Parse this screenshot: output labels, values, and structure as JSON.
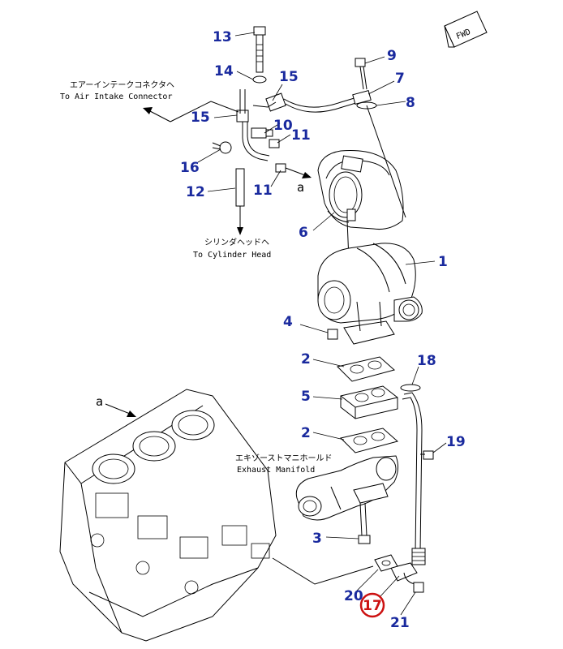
{
  "fwd_label": "FWD",
  "annotations": {
    "air_intake_jp": "エアーインテークコネクタヘ",
    "air_intake_en": "To Air Intake Connector",
    "cylinder_head_jp": "シリンダヘッドヘ",
    "cylinder_head_en": "To Cylinder Head",
    "exhaust_manifold_jp": "エキゾーストマニホールド",
    "exhaust_manifold_en": "Exhaust Manifold",
    "ref_a_upper": "a",
    "ref_a_lower": "a"
  },
  "callouts": {
    "c1": "1",
    "c2a": "2",
    "c2b": "2",
    "c3": "3",
    "c4": "4",
    "c5": "5",
    "c6": "6",
    "c7": "7",
    "c8": "8",
    "c9": "9",
    "c10": "10",
    "c11a": "11",
    "c11b": "11",
    "c12": "12",
    "c13": "13",
    "c14": "14",
    "c15a": "15",
    "c15b": "15",
    "c16": "16",
    "c18": "18",
    "c19": "19",
    "c20": "20",
    "c21": "21"
  },
  "highlight": {
    "label": "17",
    "color": "#cc1111"
  },
  "colors": {
    "callout": "#1a2a9e",
    "linework": "#000000",
    "background": "#ffffff"
  }
}
